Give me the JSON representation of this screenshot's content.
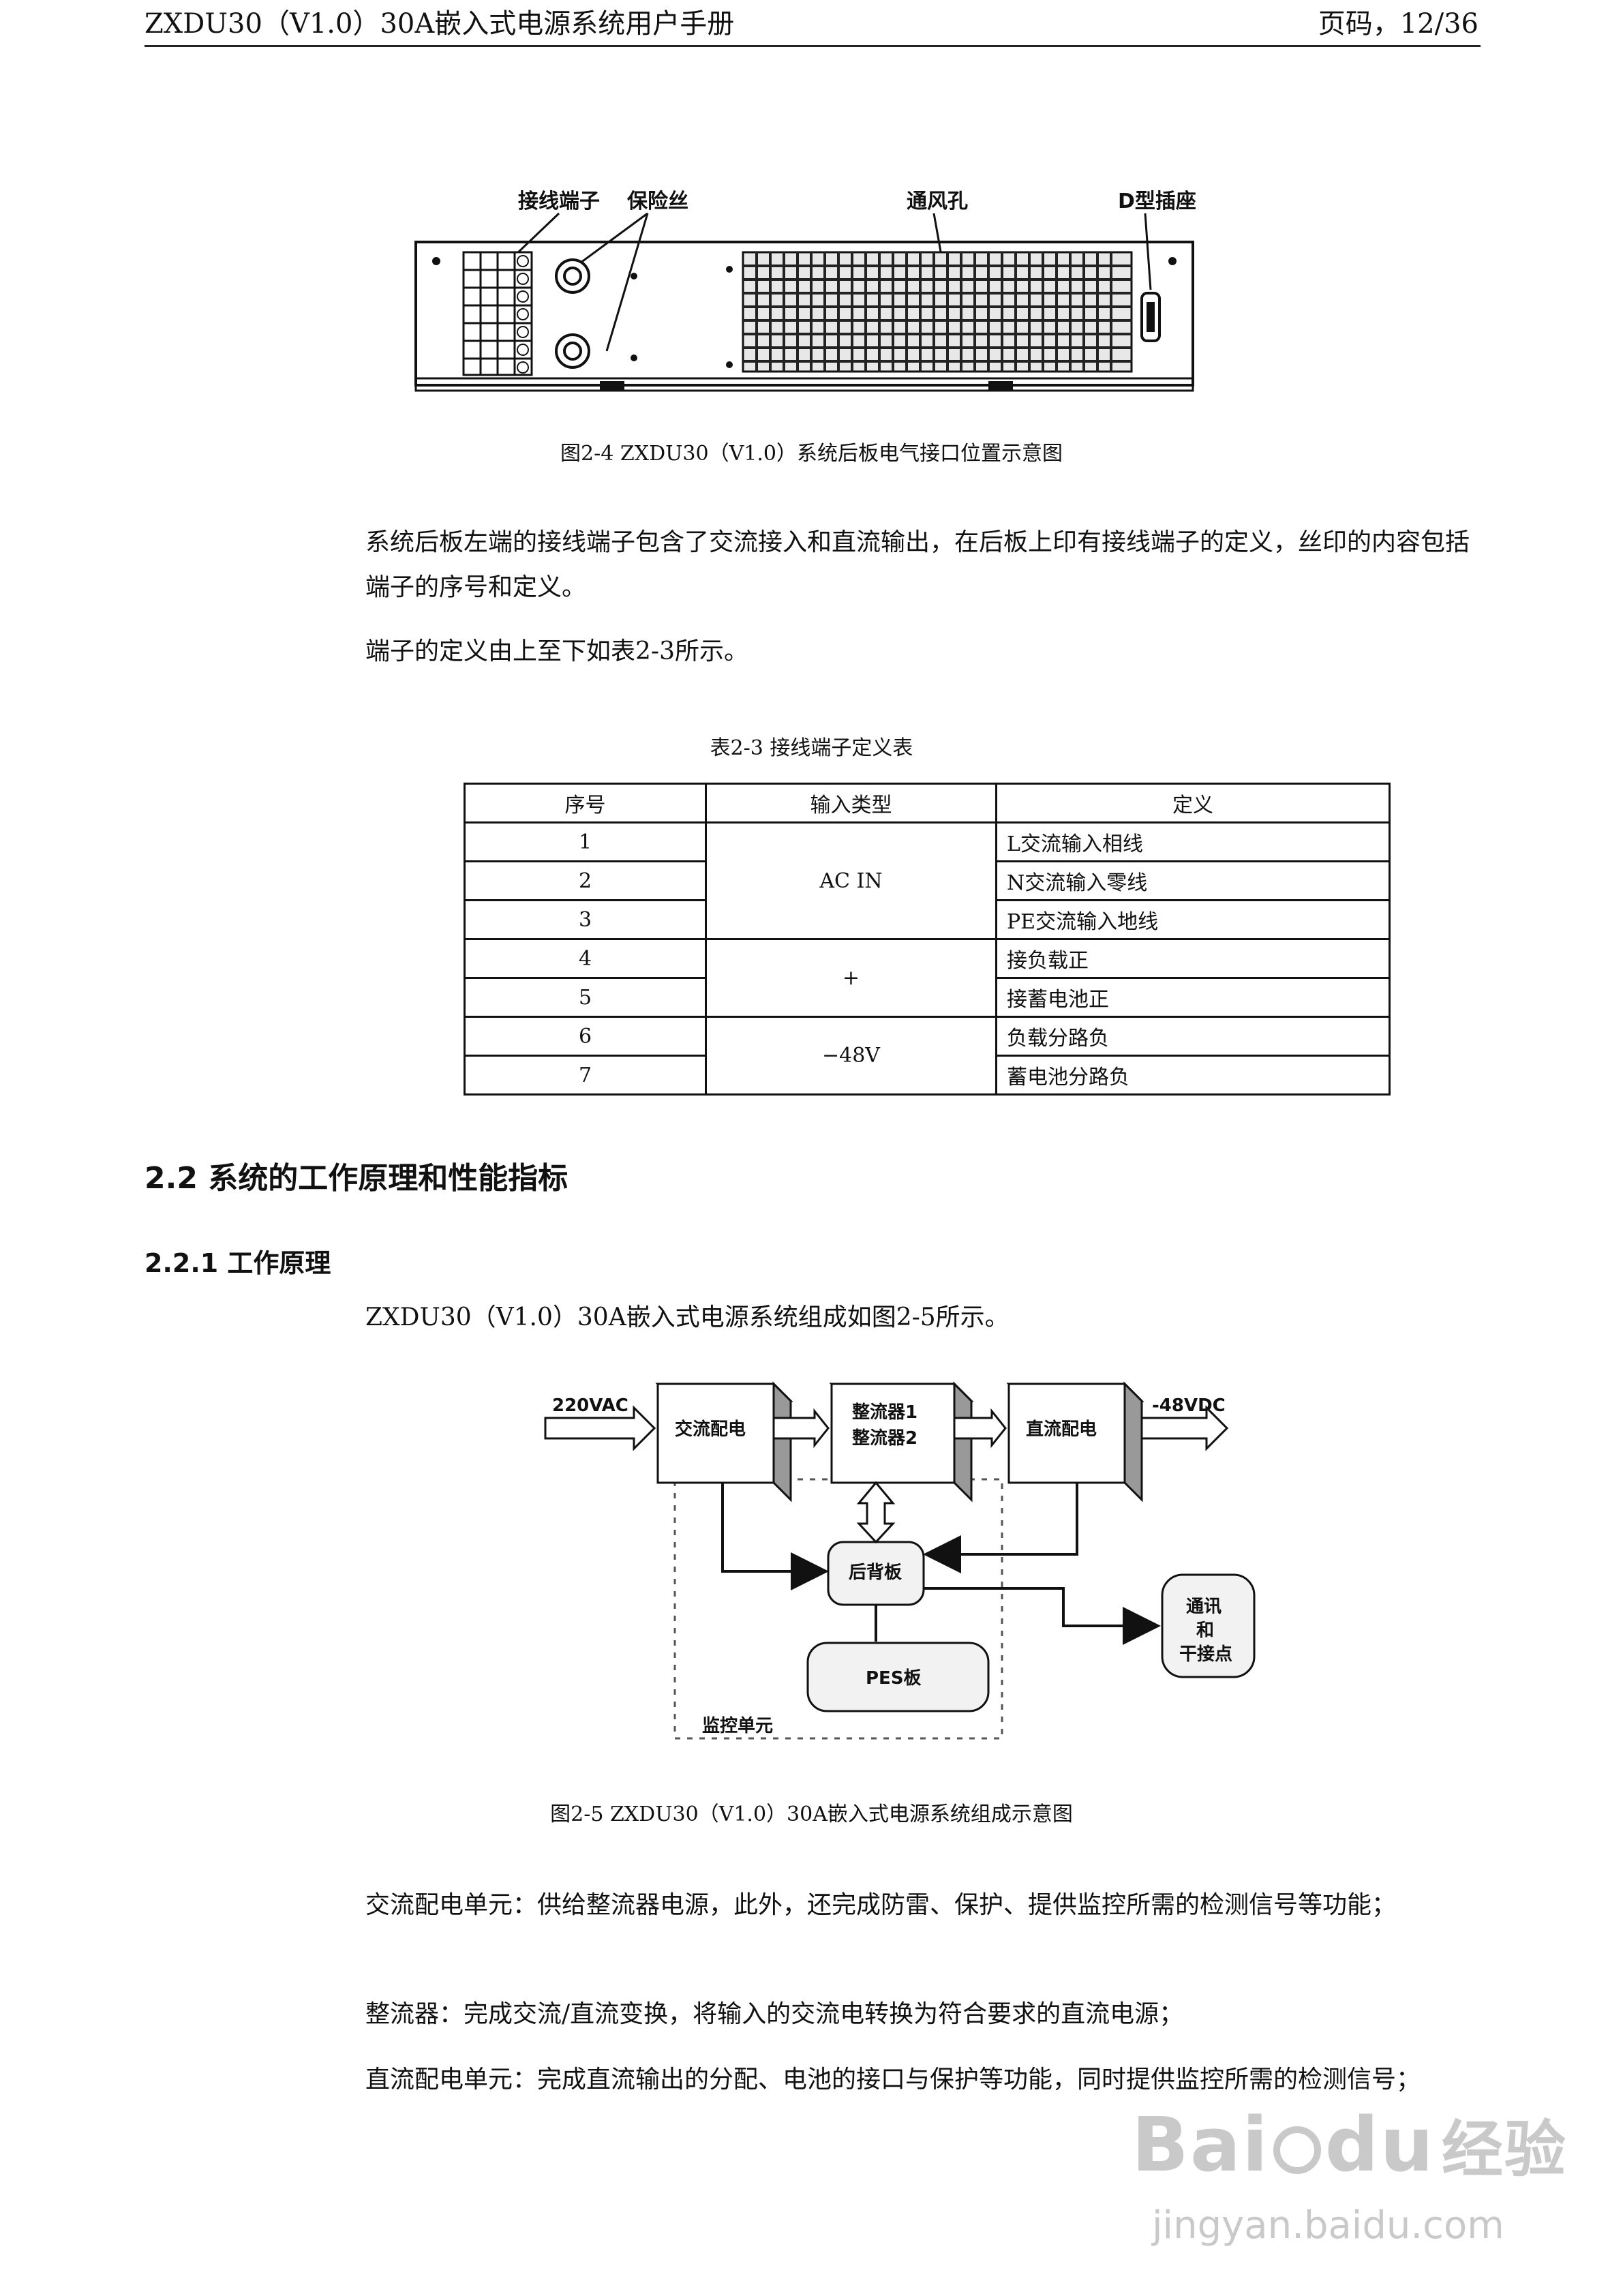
{
  "header": {
    "title": "ZXDU30（V1.0）30A嵌入式电源系统用户手册",
    "page": "页码，12/36"
  },
  "figure_2_4": {
    "labels": {
      "terminal": "接线端子",
      "fuse": "保险丝",
      "vent": "通风孔",
      "dsocket": "D型插座"
    },
    "caption": "图2-4  ZXDU30（V1.0）系统后板电气接口位置示意图"
  },
  "paragraphs": {
    "p1": "系统后板左端的接线端子包含了交流接入和直流输出，在后板上印有接线端子的定义，丝印的内容包括端子的序号和定义。",
    "p2": "端子的定义由上至下如表2-3所示。"
  },
  "table_2_3": {
    "caption": "表2-3  接线端子定义表",
    "headers": [
      "序号",
      "输入类型",
      "定义"
    ],
    "rows": [
      {
        "no": "1",
        "def": "L交流输入相线"
      },
      {
        "no": "2",
        "def": "N交流输入零线"
      },
      {
        "no": "3",
        "def": "PE交流输入地线"
      },
      {
        "no": "4",
        "def": "接负载正"
      },
      {
        "no": "5",
        "def": "接蓄电池正"
      },
      {
        "no": "6",
        "def": "负载分路负"
      },
      {
        "no": "7",
        "def": "蓄电池分路负"
      }
    ],
    "groups": {
      "ac": "AC  IN",
      "plus": "+",
      "minus": "−48V"
    }
  },
  "section_2_2": {
    "title": "2.2  系统的工作原理和性能指标"
  },
  "section_2_2_1": {
    "title": "2.2.1  工作原理",
    "intro": "ZXDU30（V1.0）30A嵌入式电源系统组成如图2-5所示。"
  },
  "figure_2_5": {
    "labels": {
      "ac_in": "220VAC",
      "ac_dist": "交流配电",
      "rect1": "整流器1",
      "rect2": "整流器2",
      "dc_dist": "直流配电",
      "dc_out": "-48VDC",
      "backplane": "后背板",
      "pes": "PES板",
      "comm1": "通讯",
      "comm2": "和",
      "comm3": "干接点",
      "monitor": "监控单元"
    },
    "caption": "图2-5  ZXDU30（V1.0）30A嵌入式电源系统组成示意图"
  },
  "paragraphs2": {
    "p3": "交流配电单元：供给整流器电源，此外，还完成防雷、保护、提供监控所需的检测信号等功能；",
    "p4": "整流器：完成交流/直流变换，将输入的交流电转换为符合要求的直流电源；",
    "p5": "直流配电单元：完成直流输出的分配、电池的接口与保护等功能，同时提供监控所需的检测信号；"
  },
  "watermark": {
    "brand1": "Bai",
    "brand2": "du",
    "brand3": "经验",
    "url": "jingyan.baidu.com"
  }
}
